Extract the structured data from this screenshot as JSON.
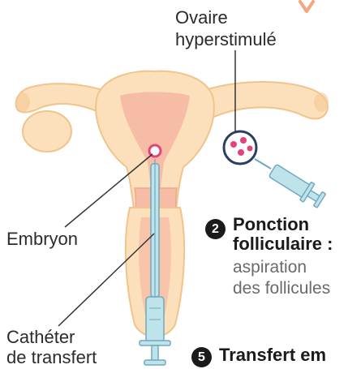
{
  "labels": {
    "ovary_line1": "Ovaire",
    "ovary_line2": "hyperstimulé",
    "embryo": "Embryon",
    "catheter_line1": "Cathéter",
    "catheter_line2": "de transfert"
  },
  "steps": [
    {
      "number": "2",
      "title_line1": "Ponction",
      "title_line2": "folliculaire :",
      "desc_line1": "aspiration",
      "desc_line2": "des follicules"
    },
    {
      "number": "5",
      "title_line1": "Transfert em"
    }
  ],
  "colors": {
    "uterus_fill": "#fbe0bb",
    "uterus_stroke": "#f0c48c",
    "endometrium": "#f7bca6",
    "embryo": "#e6427a",
    "follicle": "#e6427a",
    "instrument": "#bfe3ea",
    "instrument_stroke": "#6fa9bd",
    "leader_line": "#333333",
    "badge": "#1a1a1a",
    "accent_mark": "#f6a57d"
  }
}
